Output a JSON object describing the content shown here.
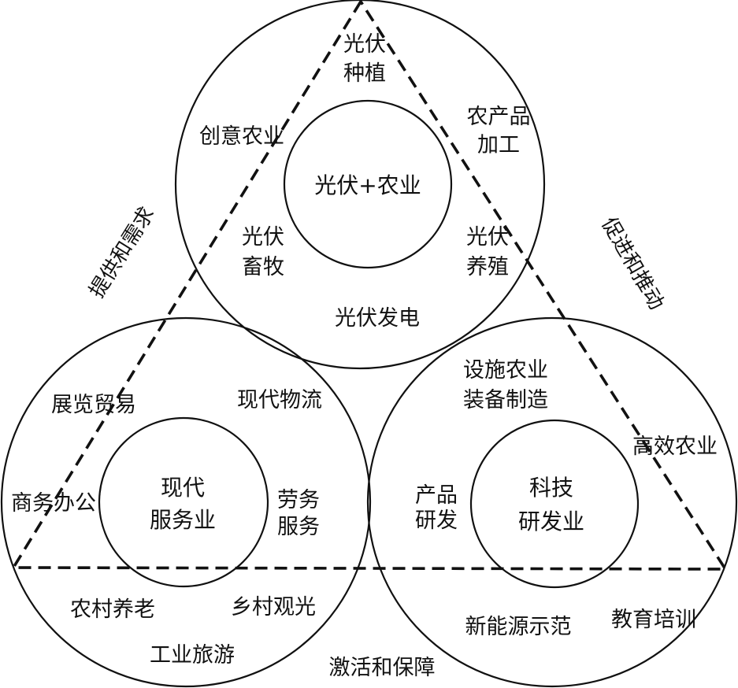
{
  "top": {
    "center": "光伏+农业",
    "zhongzhi": [
      "光伏",
      "种植"
    ],
    "chuangyi": "创意农业",
    "jiagong": [
      "农产品",
      "加工"
    ],
    "xumu": [
      "光伏",
      "畜牧"
    ],
    "yangzhi": [
      "光伏",
      "养殖"
    ],
    "fadian": "光伏发电"
  },
  "left": {
    "center": [
      "现代",
      "服务业"
    ],
    "zhanlan": "展览贸易",
    "wuliu": "现代物流",
    "bangong": "商务办公",
    "laowu": [
      "劳务",
      "服务"
    ],
    "yanglao": "农村养老",
    "guanguang": "乡村观光",
    "lvyou": "工业旅游"
  },
  "right": {
    "center": [
      "科技",
      "研发业"
    ],
    "sheshi": [
      "设施农业",
      "装备制造"
    ],
    "gaoxiao": "高效农业",
    "chanpin": [
      "产品",
      "研发"
    ],
    "xinnengyuan": "新能源示范",
    "jiaoyu": "教育培训"
  },
  "relations": {
    "left_edge": "提供和需求",
    "right_edge": "促进和推动",
    "bottom_edge": "激活和保障"
  }
}
